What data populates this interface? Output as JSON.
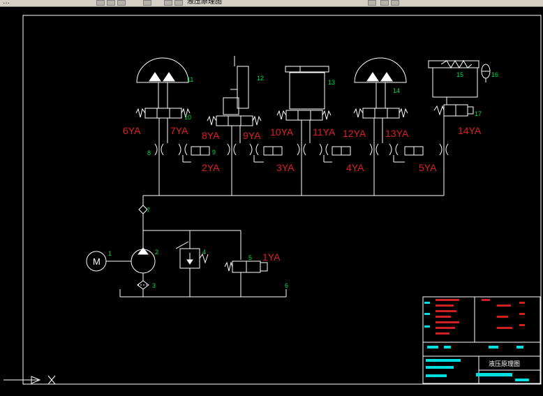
{
  "toolbar": {
    "left_text": "…",
    "doc_title": "液压原理图"
  },
  "components": {
    "motor_symbol": "M",
    "n1": "1",
    "n2": "2",
    "n3": "3",
    "n4": "4",
    "n5": "5",
    "n6": "6",
    "n7": "7",
    "n8": "8",
    "n9": "9",
    "n10": "10",
    "n11": "11",
    "n12": "12",
    "n13": "13",
    "n14": "14",
    "n15": "15",
    "n16": "16",
    "n17": "17"
  },
  "solenoids": {
    "s1": "1YA",
    "s2": "2YA",
    "s3": "3YA",
    "s4": "4YA",
    "s5": "5YA",
    "s6": "6YA",
    "s7": "7YA",
    "s8": "8YA",
    "s9": "9YA",
    "s10": "10YA",
    "s11": "11YA",
    "s12": "12YA",
    "s13": "13YA",
    "s14": "14YA"
  },
  "title_block": {
    "drawing_title": "液压原理图"
  },
  "colors": {
    "lines": "#ffffff",
    "labels_solenoid": "#e02020",
    "labels_component": "#00e040",
    "title_block_cyan": "#00e0e0",
    "title_block_red": "#d02020"
  }
}
